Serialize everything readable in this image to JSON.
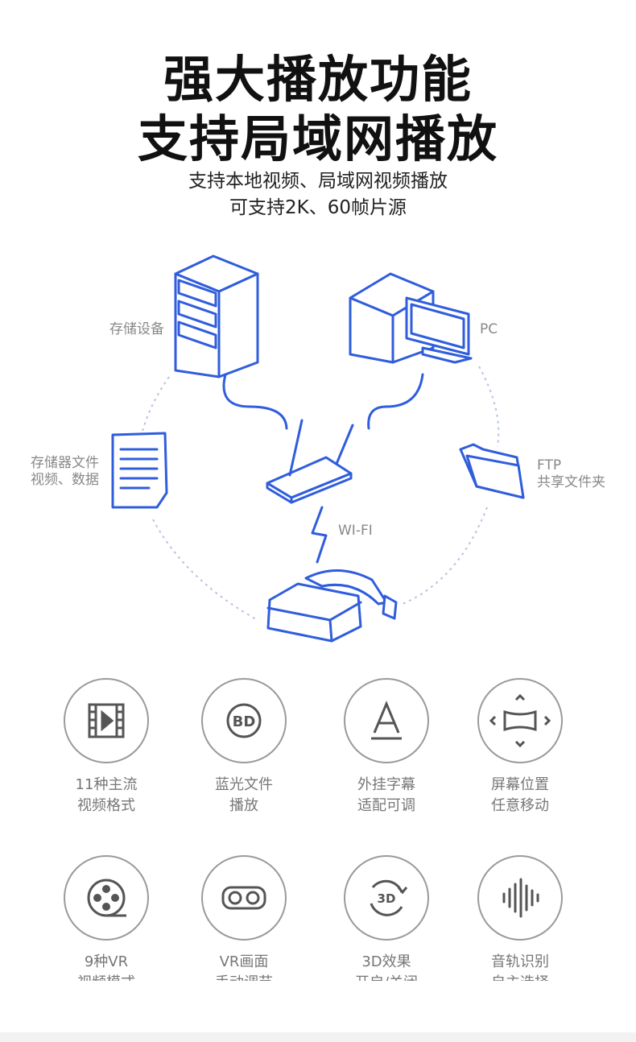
{
  "header": {
    "title_line1": "强大播放功能",
    "title_line2": "支持局域网播放",
    "subtitle_line1": "支持本地视频、局域网视频播放",
    "subtitle_line2": "可支持2K、60帧片源"
  },
  "diagram": {
    "storage_device": "存储设备",
    "pc": "PC",
    "file_line1": "存储器文件",
    "file_line2": "视频、数据",
    "ftp_line1": "FTP",
    "ftp_line2": "共享文件夹",
    "wifi": "WI-FI",
    "accent_color": "#2f5ddc"
  },
  "features": [
    {
      "icon": "film-icon",
      "line1": "11种主流",
      "line2": "视频格式"
    },
    {
      "icon": "bluray-bd-icon",
      "line1": "蓝光文件",
      "line2": "播放"
    },
    {
      "icon": "subtitle-a-icon",
      "line1": "外挂字幕",
      "line2": "适配可调"
    },
    {
      "icon": "screen-move-icon",
      "line1": "屏幕位置",
      "line2": "任意移动"
    },
    {
      "icon": "film-reel-icon",
      "line1": "9种VR",
      "line2": "视频模式"
    },
    {
      "icon": "vr-glasses-icon",
      "line1": "VR画面",
      "line2": "手动调节"
    },
    {
      "icon": "3d-icon",
      "line1": "3D效果",
      "line2": "开启/关闭"
    },
    {
      "icon": "audio-track-icon",
      "line1": "音轨识别",
      "line2": "自主选择"
    }
  ]
}
